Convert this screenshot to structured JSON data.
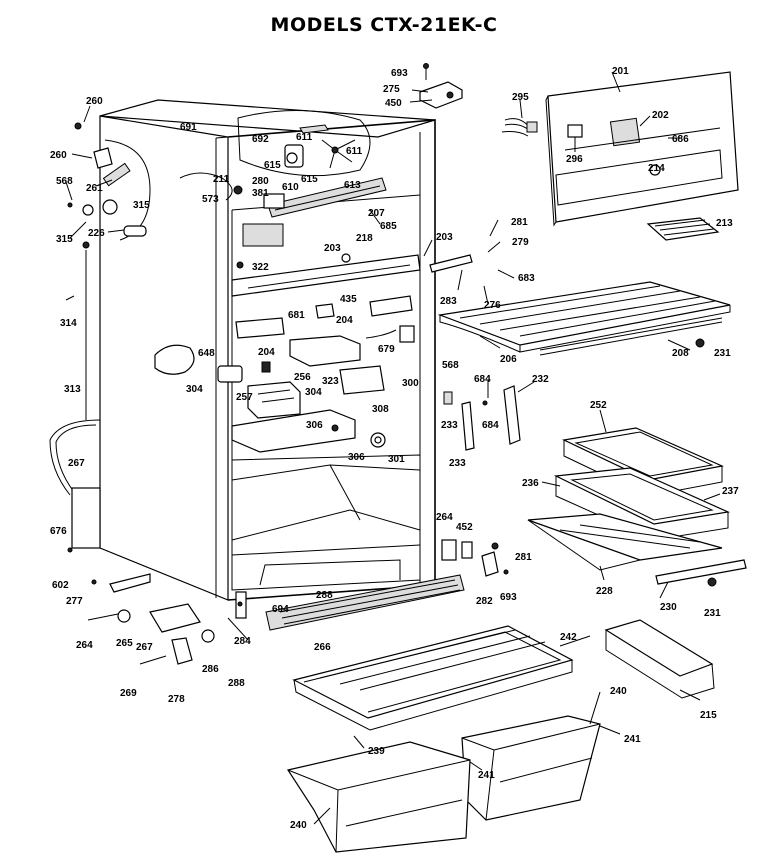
{
  "title": "MODELS CTX-21EK-C",
  "labels": [
    {
      "id": "693a",
      "text": "693"
    },
    {
      "id": "275",
      "text": "275"
    },
    {
      "id": "450",
      "text": "450"
    },
    {
      "id": "201",
      "text": "201"
    },
    {
      "id": "295",
      "text": "295"
    },
    {
      "id": "202",
      "text": "202"
    },
    {
      "id": "686",
      "text": "686"
    },
    {
      "id": "296",
      "text": "296"
    },
    {
      "id": "214",
      "text": "214"
    },
    {
      "id": "213",
      "text": "213"
    },
    {
      "id": "260a",
      "text": "260"
    },
    {
      "id": "691",
      "text": "691"
    },
    {
      "id": "692",
      "text": "692"
    },
    {
      "id": "611a",
      "text": "611"
    },
    {
      "id": "611b",
      "text": "611"
    },
    {
      "id": "260b",
      "text": "260"
    },
    {
      "id": "615a",
      "text": "615"
    },
    {
      "id": "615b",
      "text": "615"
    },
    {
      "id": "610",
      "text": "610"
    },
    {
      "id": "613",
      "text": "613"
    },
    {
      "id": "568a",
      "text": "568"
    },
    {
      "id": "261",
      "text": "261"
    },
    {
      "id": "211",
      "text": "211"
    },
    {
      "id": "280",
      "text": "280"
    },
    {
      "id": "381",
      "text": "381"
    },
    {
      "id": "573",
      "text": "573"
    },
    {
      "id": "207",
      "text": "207"
    },
    {
      "id": "315a",
      "text": "315"
    },
    {
      "id": "315b",
      "text": "315"
    },
    {
      "id": "226",
      "text": "226"
    },
    {
      "id": "685",
      "text": "685"
    },
    {
      "id": "281a",
      "text": "281"
    },
    {
      "id": "218",
      "text": "218"
    },
    {
      "id": "203a",
      "text": "203"
    },
    {
      "id": "203b",
      "text": "203"
    },
    {
      "id": "279",
      "text": "279"
    },
    {
      "id": "322",
      "text": "322"
    },
    {
      "id": "683",
      "text": "683"
    },
    {
      "id": "283",
      "text": "283"
    },
    {
      "id": "276",
      "text": "276"
    },
    {
      "id": "314",
      "text": "314"
    },
    {
      "id": "435",
      "text": "435"
    },
    {
      "id": "681",
      "text": "681"
    },
    {
      "id": "204a",
      "text": "204"
    },
    {
      "id": "204b",
      "text": "204"
    },
    {
      "id": "679",
      "text": "679"
    },
    {
      "id": "206",
      "text": "206"
    },
    {
      "id": "208",
      "text": "208"
    },
    {
      "id": "231a",
      "text": "231"
    },
    {
      "id": "648",
      "text": "648"
    },
    {
      "id": "568b",
      "text": "568"
    },
    {
      "id": "313",
      "text": "313"
    },
    {
      "id": "256",
      "text": "256"
    },
    {
      "id": "323",
      "text": "323"
    },
    {
      "id": "300",
      "text": "300"
    },
    {
      "id": "684a",
      "text": "684"
    },
    {
      "id": "232",
      "text": "232"
    },
    {
      "id": "304a",
      "text": "304"
    },
    {
      "id": "304b",
      "text": "304"
    },
    {
      "id": "257",
      "text": "257"
    },
    {
      "id": "308",
      "text": "308"
    },
    {
      "id": "233a",
      "text": "233"
    },
    {
      "id": "684b",
      "text": "684"
    },
    {
      "id": "252",
      "text": "252"
    },
    {
      "id": "306a",
      "text": "306"
    },
    {
      "id": "306b",
      "text": "306"
    },
    {
      "id": "301",
      "text": "301"
    },
    {
      "id": "233b",
      "text": "233"
    },
    {
      "id": "267a",
      "text": "267"
    },
    {
      "id": "236",
      "text": "236"
    },
    {
      "id": "237",
      "text": "237"
    },
    {
      "id": "264a",
      "text": "264"
    },
    {
      "id": "452",
      "text": "452"
    },
    {
      "id": "676",
      "text": "676"
    },
    {
      "id": "281b",
      "text": "281"
    },
    {
      "id": "602",
      "text": "602"
    },
    {
      "id": "228",
      "text": "228"
    },
    {
      "id": "277",
      "text": "277"
    },
    {
      "id": "282",
      "text": "282"
    },
    {
      "id": "693b",
      "text": "693"
    },
    {
      "id": "694",
      "text": "694"
    },
    {
      "id": "288a",
      "text": "288"
    },
    {
      "id": "230",
      "text": "230"
    },
    {
      "id": "231b",
      "text": "231"
    },
    {
      "id": "284",
      "text": "284"
    },
    {
      "id": "265",
      "text": "265"
    },
    {
      "id": "267b",
      "text": "267"
    },
    {
      "id": "264b",
      "text": "264"
    },
    {
      "id": "266",
      "text": "266"
    },
    {
      "id": "286",
      "text": "286"
    },
    {
      "id": "288b",
      "text": "288"
    },
    {
      "id": "242",
      "text": "242"
    },
    {
      "id": "269",
      "text": "269"
    },
    {
      "id": "278",
      "text": "278"
    },
    {
      "id": "240a",
      "text": "240"
    },
    {
      "id": "215",
      "text": "215"
    },
    {
      "id": "239",
      "text": "239"
    },
    {
      "id": "241a",
      "text": "241"
    },
    {
      "id": "241b",
      "text": "241"
    },
    {
      "id": "240b",
      "text": "240"
    }
  ]
}
